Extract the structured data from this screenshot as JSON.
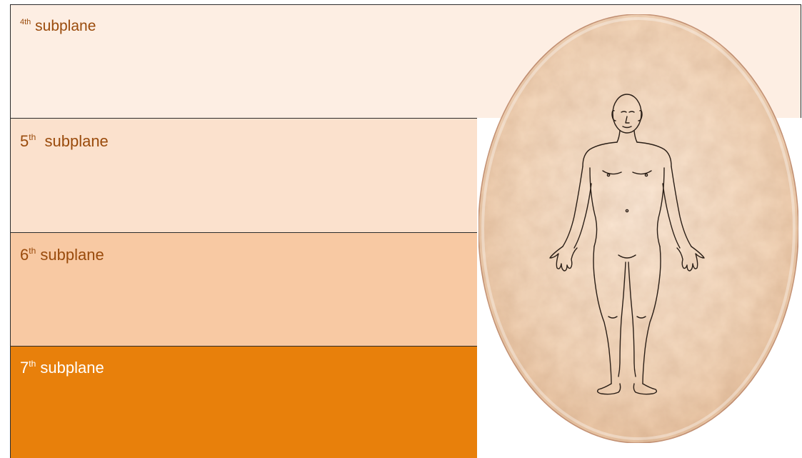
{
  "subplanes": [
    {
      "ordinal": "4",
      "suffix": "th",
      "label": " subplane"
    },
    {
      "ordinal": "5",
      "suffix": "th",
      "label": "  subplane"
    },
    {
      "ordinal": "6",
      "suffix": "th",
      "label": " subplane"
    },
    {
      "ordinal": "7",
      "suffix": "th",
      "label": " subplane"
    }
  ],
  "colors": {
    "subplane_4": "#fdeee3",
    "subplane_5": "#fbe1cd",
    "subplane_6": "#f8c9a3",
    "subplane_7": "#e8800b",
    "label_text": "#9a4b0c",
    "oval_fill": "#f6dcc2"
  },
  "figure": {
    "icon": "human-body-outline-icon",
    "container": "parchment-oval"
  }
}
